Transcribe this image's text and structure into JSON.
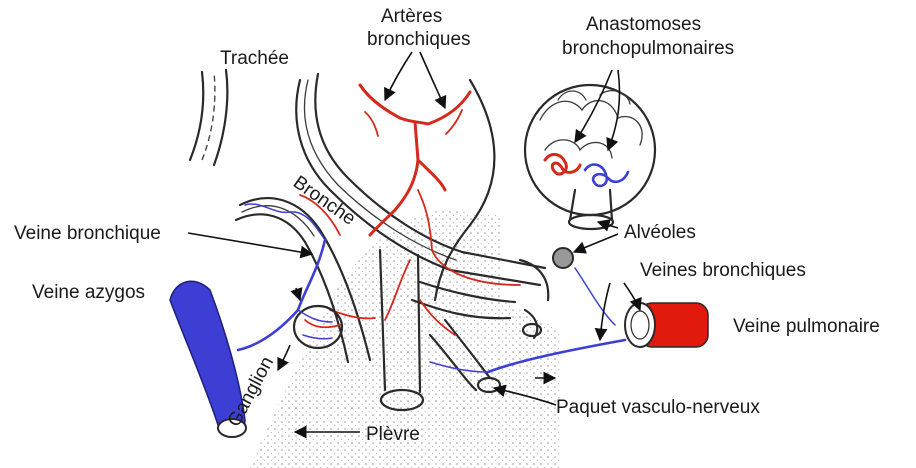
{
  "colors": {
    "artery": "#d42a1c",
    "vein": "#3d3fd4",
    "outline": "#2a2a2a"
  },
  "labels": {
    "trachea": "Trachée",
    "bronchial_arteries_line1": "Artères",
    "bronchial_arteries_line2": "bronchiques",
    "anastomoses_line1": "Anastomoses",
    "anastomoses_line2": "bronchopulmonaires",
    "bronchus": "Bronche",
    "bronchial_vein": "Veine bronchique",
    "azygos_vein": "Veine azygos",
    "ganglion": "Ganglion",
    "alveoli": "Alvéoles",
    "bronchial_veins": "Veines bronchiques",
    "pulmonary_vein": "Veine pulmonaire",
    "pleura": "Plèvre",
    "neurovascular_bundle": "Paquet vasculo-nerveux"
  }
}
